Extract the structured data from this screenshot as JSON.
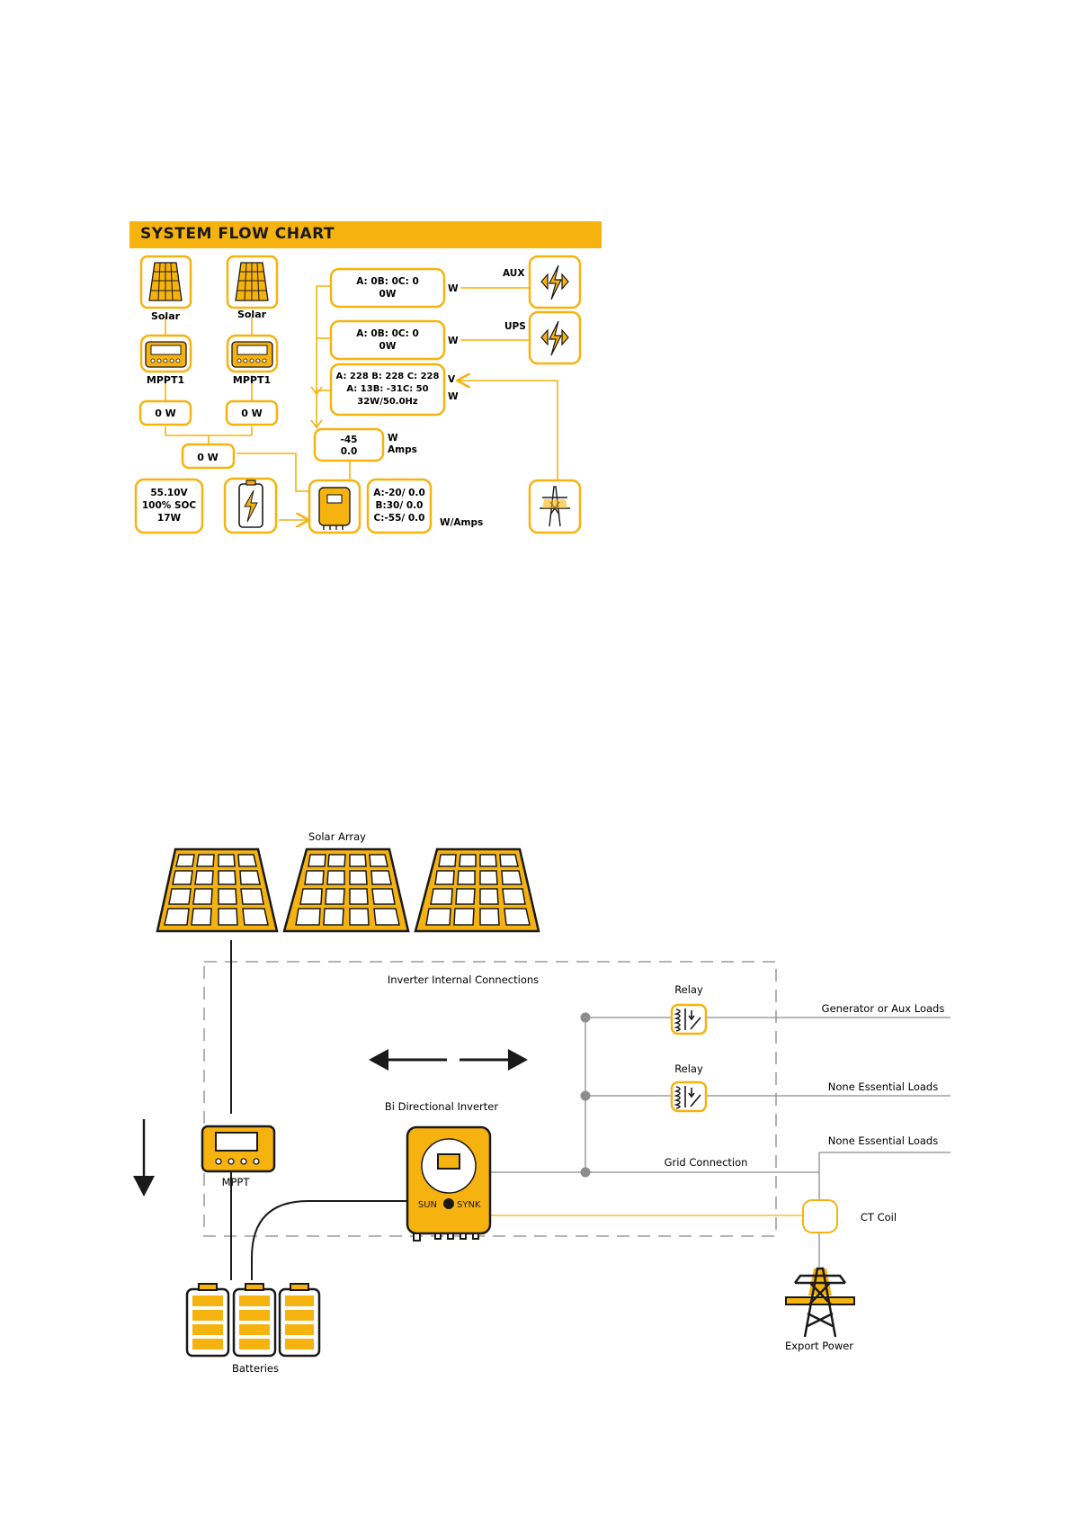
{
  "colors": {
    "accent": "#F6B20F",
    "dark": "#1a1a1a",
    "line": "#8c8c8c"
  },
  "flow_chart": {
    "header": "SYSTEM FLOW CHART",
    "solar1_label": "Solar",
    "solar2_label": "Solar",
    "mppt1_label": "MPPT1",
    "mppt2_label": "MPPT1",
    "mppt1_power": "0 W",
    "mppt2_power": "0 W",
    "total_pv_power": "0 W",
    "battery_voltage": "55.10V",
    "battery_soc": "100% SOC",
    "battery_power": "17W",
    "aux_line1": "A:  0B:  0C:   0",
    "aux_line2": "0W",
    "aux_unit": "W",
    "aux_label": "AUX",
    "ups_line1": "A:  0B:  0C:   0",
    "ups_line2": "0W",
    "ups_unit": "W",
    "ups_label": "UPS",
    "grid_line1": "A: 228 B: 228 C: 228",
    "grid_line2": "A:  13B: -31C:  50",
    "grid_line3": "32W/50.0Hz",
    "grid_unit_v": "V",
    "grid_unit_w": "W",
    "load_value1": "-45",
    "load_value2": "0.0",
    "load_unit1": "W",
    "load_unit2": "Amps",
    "ct_line1": "A:-20/ 0.0",
    "ct_line2": "B:30/ 0.0",
    "ct_line3": "C:-55/ 0.0",
    "ct_unit": "W/Amps",
    "icons": [
      "solar-panel-icon",
      "mppt-icon",
      "battery-icon",
      "inverter-icon",
      "generator-icon",
      "pylon-icon"
    ]
  },
  "diagram": {
    "solar_array_label": "Solar Array",
    "internal_label": "Inverter Internal Connections",
    "relay1_label": "Relay",
    "relay2_label": "Relay",
    "gen_loads_label": "Generator or Aux Loads",
    "non_essential1_label": "None Essential Loads",
    "non_essential2_label": "None Essential Loads",
    "inverter_label": "Bi Directional Inverter",
    "brand_left": "SUN",
    "brand_right": "SYNK",
    "mppt_label": "MPPT",
    "grid_connection_label": "Grid Connection",
    "ct_coil_label": "CT Coil",
    "export_label": "Export Power",
    "batteries_label": "Batteries"
  }
}
